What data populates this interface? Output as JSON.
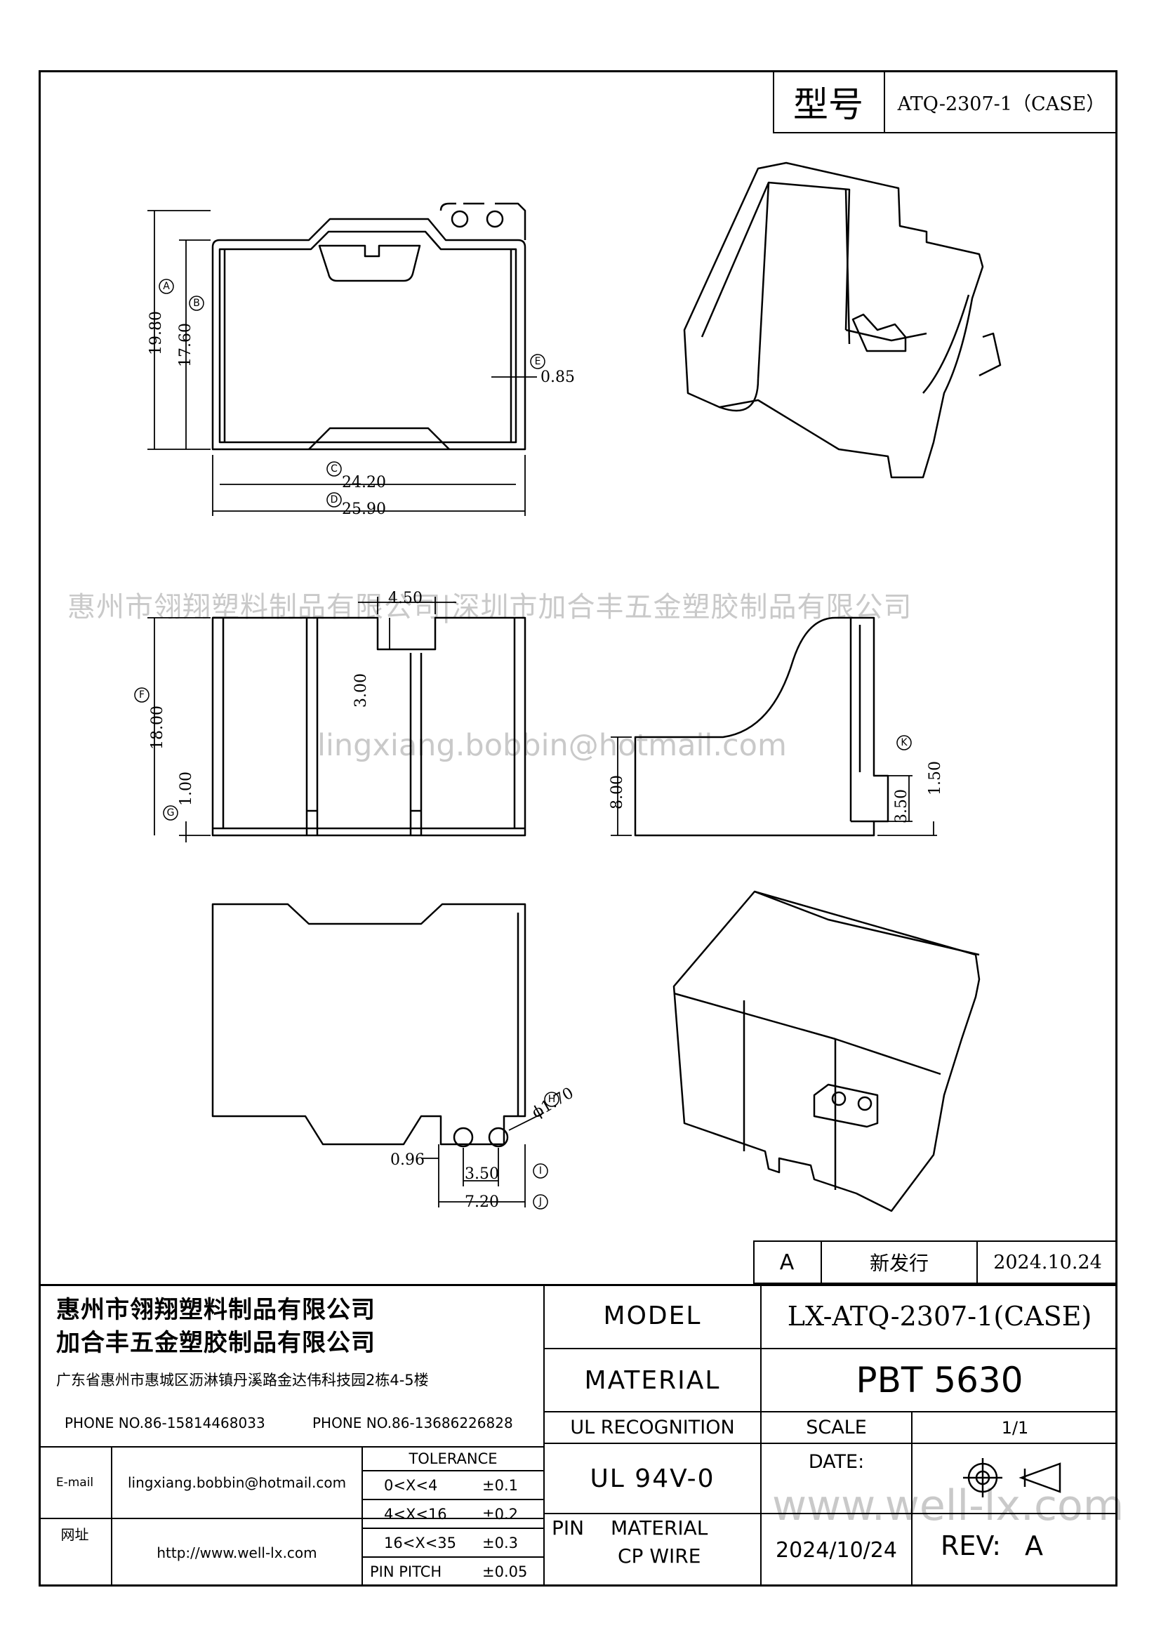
{
  "header": {
    "model_label": "型号",
    "model_value": "ATQ-2307-1（CASE）"
  },
  "dimensions": {
    "top_view": {
      "A": "19.80",
      "B": "17.60",
      "E": "0.85",
      "C": "24.20",
      "D": "25.90",
      "letters": {
        "A": "A",
        "B": "B",
        "C": "C",
        "D": "D",
        "E": "E"
      }
    },
    "side_view": {
      "width_slot": "4.50",
      "slot_depth": "3.00",
      "F": "18.00",
      "G": "1.00",
      "letters": {
        "F": "F",
        "G": "G"
      }
    },
    "profile_view": {
      "height": "8.00",
      "K": "1.50",
      "step": "3.50",
      "letters": {
        "K": "K"
      }
    },
    "bottom_view": {
      "H": "ϕ1.70",
      "offset": "0.96",
      "I": "3.50",
      "J": "7.20",
      "letters": {
        "H": "H",
        "I": "I",
        "J": "J"
      }
    }
  },
  "watermarks": {
    "company_line": "惠州市翎翔塑料制品有限公司|深圳市加合丰五金塑胶制品有限公司",
    "email_line": "lingxiang.bobbin@hotmail.com",
    "website": "www.well-lx.com"
  },
  "revision_table": {
    "rev": "A",
    "description": "新发行",
    "date": "2024.10.24"
  },
  "title_block": {
    "company_1": "惠州市翎翔塑料制品有限公司",
    "company_2": "加合丰五金塑胶制品有限公司",
    "address": "广东省惠州市惠城区沥淋镇丹溪路金达伟科技园2栋4-5楼",
    "phone_1": "PHONE NO.86-15814468033",
    "phone_2": "PHONE NO.86-13686226828",
    "email_label": "E-mail",
    "email_value": "lingxiang.bobbin@hotmail.com",
    "web_label": "网址",
    "web_value": "http://www.well-lx.com",
    "tolerance_header": "TOLERANCE",
    "tolerances": [
      {
        "range": "0<X<4",
        "value": "±0.1"
      },
      {
        "range": "4<X<16",
        "value": "±0.2"
      },
      {
        "range": "16<X<35",
        "value": "±0.3"
      },
      {
        "range": "PIN PITCH",
        "value": "±0.05"
      }
    ],
    "model_label": "MODEL",
    "model_value": "LX-ATQ-2307-1(CASE)",
    "material_label": "MATERIAL",
    "material_value": "PBT 5630",
    "ul_label": "UL RECOGNITION",
    "ul_value": "UL 94V-0",
    "scale_label": "SCALE",
    "scale_value": "1/1",
    "date_label": "DATE:",
    "date_value": "2024/10/24",
    "pin_label": "PIN",
    "pin_material_label": "MATERIAL",
    "pin_material_value": "CP WIRE",
    "rev_label": "REV:",
    "rev_value": "A",
    "projection_symbol": "third-angle-projection-icon"
  }
}
